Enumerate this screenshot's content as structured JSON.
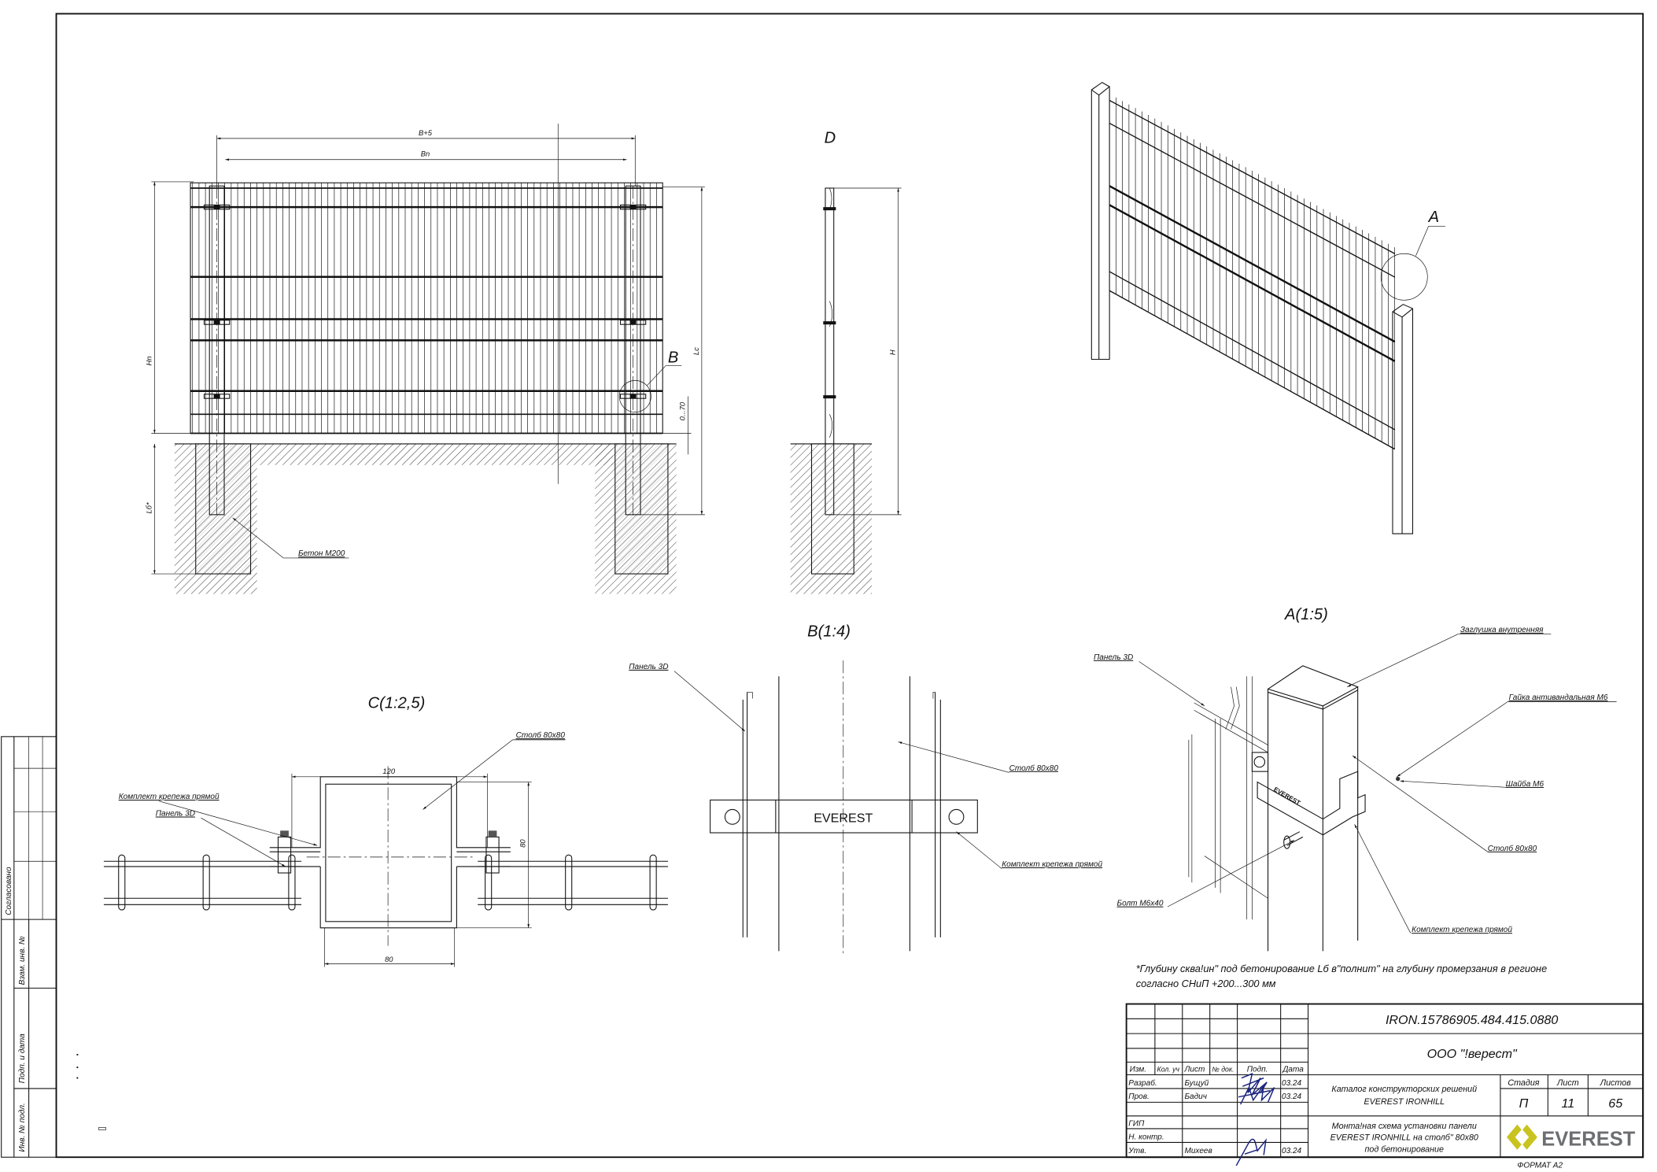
{
  "main_view": {
    "dim_b5": "B+5",
    "dim_bn": "Bn",
    "dim_hn": "Hn",
    "dim_lc": "Lc",
    "dim_070": "0...70",
    "dim_lb": "Lб*",
    "callout_b": "B",
    "concrete_label": "Бетон М200"
  },
  "side_view": {
    "title": "D",
    "dim_h": "H"
  },
  "iso_view": {
    "callout_a": "A"
  },
  "view_c": {
    "title": "C(1:2,5)",
    "dim_120": "120",
    "dim_80_bottom": "80",
    "dim_80_side": "80",
    "post_label": "Столб 80х80",
    "kit_label": "Комплект крепежа прямой",
    "panel_label": "Панель 3D"
  },
  "view_b": {
    "title": "B(1:4)",
    "plate_text": "EVEREST",
    "panel_label": "Панель 3D",
    "post_label": "Столб 80х80",
    "kit_label": "Комплект крепежа прямой"
  },
  "view_a": {
    "title": "A(1:5)",
    "cap_label": "Заглушка внутренняя",
    "nut_label": "Гайка антивандальная М6",
    "washer_label": "Шайба М6",
    "post_label": "Столб 80х80",
    "kit_label": "Комплект крепежа прямой",
    "bolt_label": "Болт М6х40",
    "panel_label": "Панель 3D",
    "bracket_text": "EVEREST"
  },
  "note": {
    "line1": "*Глубину сква!ин\" под бетонирование Lб в\"полнит\" на глубину промерзания в регионе",
    "line2": "согласно СНиП +200...300 мм"
  },
  "stamp": {
    "agreed": "Согласовано",
    "replace_inv": "Взам. инв. №",
    "sign_date": "Подп. и дата",
    "inv_orig": "Инв. № подл."
  },
  "title_block": {
    "doc_number": "IRON.15786905.484.415.0880",
    "company": "ООО \"!верест\"",
    "catalog_line1": "Каталог конструкторских решений",
    "catalog_line2": "EVEREST IRONHILL",
    "title_line1": "Монта!ная схема установки панели",
    "title_line2": "EVEREST IRONHILL на столб\" 80х80",
    "title_line3": "под бетонирование",
    "headers": {
      "izm": "Изм.",
      "kol": "Кол. уч",
      "list": "Лист",
      "ndok": "№ док.",
      "podp": "Подп.",
      "data": "Дата"
    },
    "roles": [
      {
        "role": "Разраб.",
        "name": "Бущуй",
        "date": "03.24"
      },
      {
        "role": "Пров.",
        "name": "Бадич",
        "date": "03.24"
      },
      {
        "role": "",
        "name": "",
        "date": ""
      },
      {
        "role": "ГИП",
        "name": "",
        "date": ""
      },
      {
        "role": "Н. контр.",
        "name": "",
        "date": ""
      },
      {
        "role": "Утв.",
        "name": "Михеев",
        "date": "03.24"
      }
    ],
    "stage_header": "Стадия",
    "sheet_header": "Лист",
    "sheets_header": "Листов",
    "stage": "П",
    "sheet": "11",
    "sheets": "65",
    "logo_text": "EVEREST",
    "format": "ФОРМАТ  А2"
  },
  "colors": {
    "logo_gray": "#6d6e71",
    "logo_yellow": "#c9c31f",
    "signature": "#1a237e"
  }
}
